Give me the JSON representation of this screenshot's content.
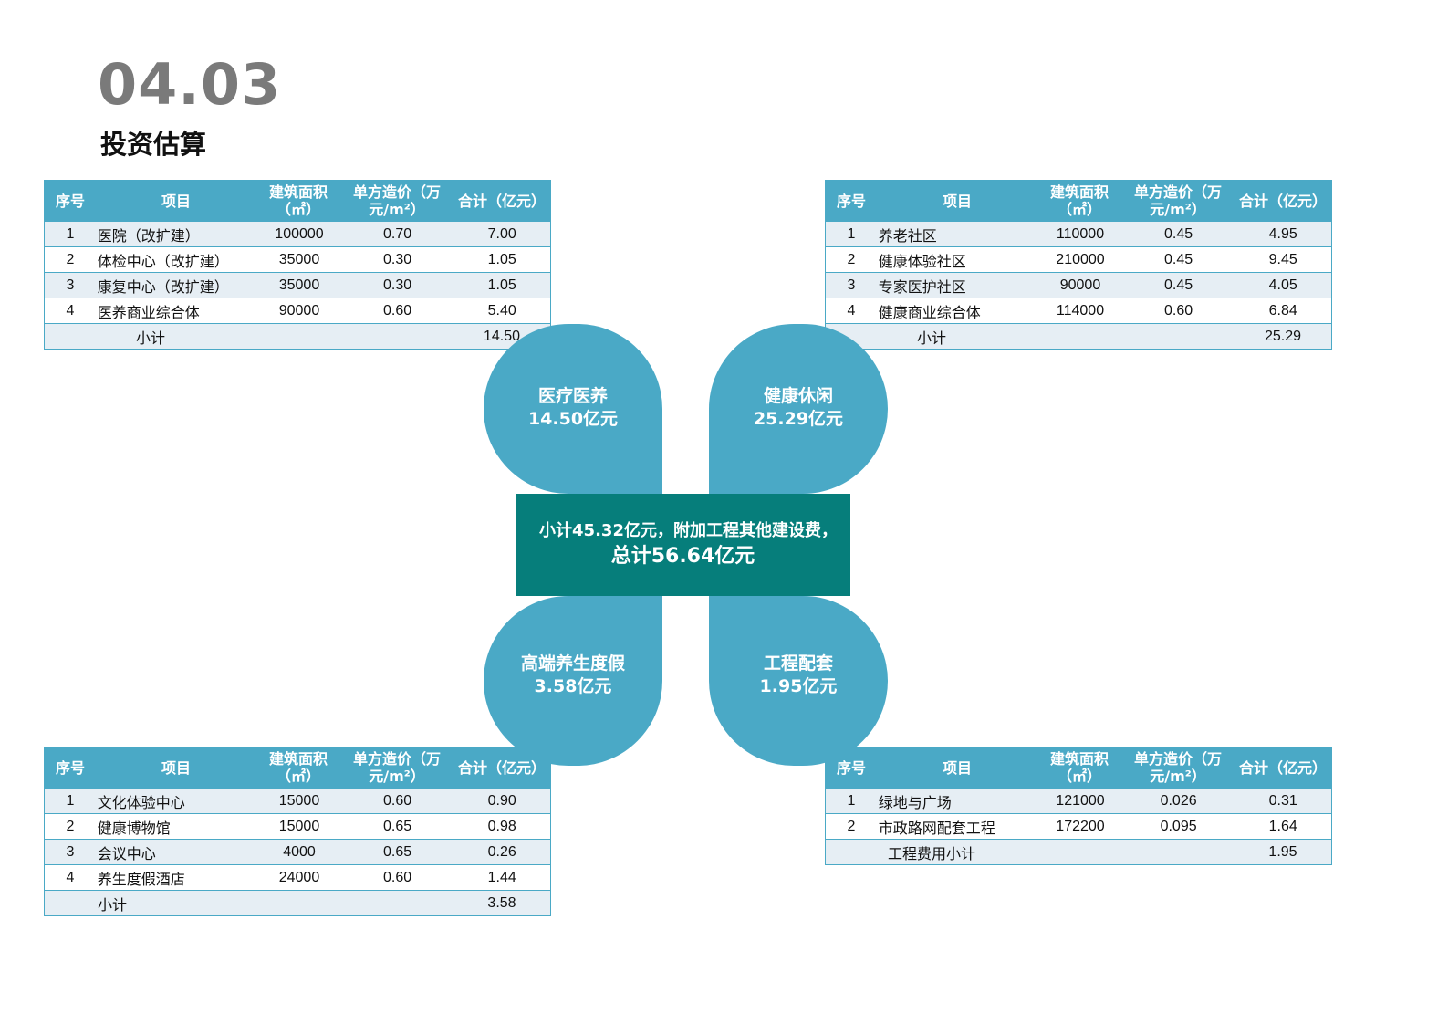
{
  "header": {
    "section_number": "04.03",
    "section_title": "投资估算"
  },
  "table_columns": {
    "no": "序号",
    "name": "项目",
    "area_line1": "建筑面积",
    "area_line2": "（㎡）",
    "unit_line1": "单方造价（万",
    "unit_line2": "元/m²）",
    "total": "合计（亿元）"
  },
  "tables": {
    "medical": {
      "rows": [
        {
          "no": "1",
          "name": "医院（改扩建）",
          "area": "100000",
          "unit": "0.70",
          "total": "7.00"
        },
        {
          "no": "2",
          "name": "体检中心（改扩建）",
          "area": "35000",
          "unit": "0.30",
          "total": "1.05"
        },
        {
          "no": "3",
          "name": "康复中心（改扩建）",
          "area": "35000",
          "unit": "0.30",
          "total": "1.05"
        },
        {
          "no": "4",
          "name": "医养商业综合体",
          "area": "90000",
          "unit": "0.60",
          "total": "5.40"
        }
      ],
      "subtotal_label": "小计",
      "subtotal_value": "14.50"
    },
    "leisure": {
      "rows": [
        {
          "no": "1",
          "name": "养老社区",
          "area": "110000",
          "unit": "0.45",
          "total": "4.95"
        },
        {
          "no": "2",
          "name": "健康体验社区",
          "area": "210000",
          "unit": "0.45",
          "total": "9.45"
        },
        {
          "no": "3",
          "name": "专家医护社区",
          "area": "90000",
          "unit": "0.45",
          "total": "4.05"
        },
        {
          "no": "4",
          "name": "健康商业综合体",
          "area": "114000",
          "unit": "0.60",
          "total": "6.84"
        }
      ],
      "subtotal_label": "小计",
      "subtotal_value": "25.29"
    },
    "resort": {
      "rows": [
        {
          "no": "1",
          "name": "文化体验中心",
          "area": "15000",
          "unit": "0.60",
          "total": "0.90"
        },
        {
          "no": "2",
          "name": "健康博物馆",
          "area": "15000",
          "unit": "0.65",
          "total": "0.98"
        },
        {
          "no": "3",
          "name": "会议中心",
          "area": "4000",
          "unit": "0.65",
          "total": "0.26"
        },
        {
          "no": "4",
          "name": "养生度假酒店",
          "area": "24000",
          "unit": "0.60",
          "total": "1.44"
        }
      ],
      "subtotal_label": "小计",
      "subtotal_value": "3.58"
    },
    "engineering": {
      "rows": [
        {
          "no": "1",
          "name": "绿地与广场",
          "area": "121000",
          "unit": "0.026",
          "total": "0.31"
        },
        {
          "no": "2",
          "name": "市政路网配套工程",
          "area": "172200",
          "unit": "0.095",
          "total": "1.64"
        }
      ],
      "subtotal_label": "工程费用小计",
      "subtotal_value": "1.95"
    }
  },
  "petals": {
    "medical": {
      "title": "医疗医养",
      "value": "14.50亿元"
    },
    "leisure": {
      "title": "健康休闲",
      "value": "25.29亿元"
    },
    "resort": {
      "title": "高端养生度假",
      "value": "3.58亿元"
    },
    "engineering": {
      "title": "工程配套",
      "value": "1.95亿元"
    }
  },
  "summary": {
    "line1": "小计45.32亿元，附加工程其他建设费，",
    "line2": "总计56.64亿元"
  },
  "colors": {
    "header_bg": "#4aa9c6",
    "petal": "#4aa9c6",
    "center_box": "#067e7b",
    "row_shade": "#e6eef4",
    "section_number": "#7a7a7a"
  }
}
